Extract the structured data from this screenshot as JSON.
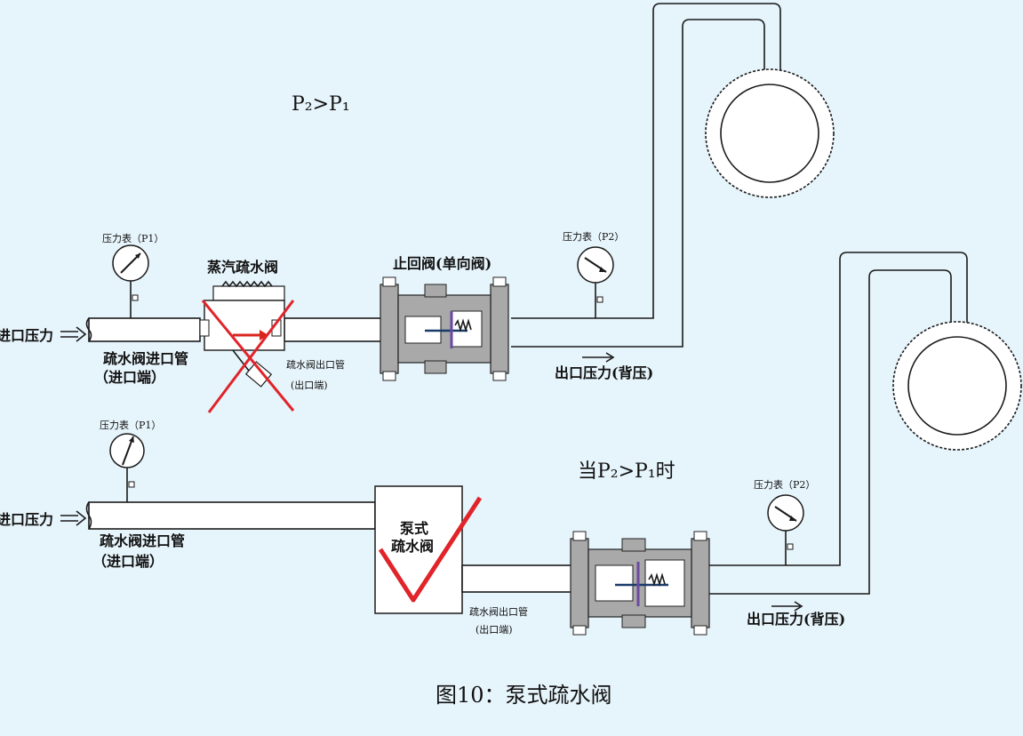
{
  "labels": {
    "condition_top": "P₂>P₁",
    "condition_bottom": "当P₂>P₁时",
    "gauge_p1_top": "压力表（P1）",
    "gauge_p2_top": "压力表（P2）",
    "gauge_p1_bottom": "压力表（P1）",
    "gauge_p2_bottom": "压力表（P2）",
    "steam_trap": "蒸汽疏水阀",
    "check_valve": "止回阀(单向阀)",
    "inlet_pressure_top": "进口压力",
    "inlet_pressure_bottom": "进口压力",
    "inlet_pipe_top": "疏水阀进口管",
    "inlet_end_top": "（进口端）",
    "inlet_pipe_bottom": "疏水阀进口管",
    "inlet_end_bottom": "（进口端）",
    "outlet_pipe_top": "疏水阀出口管",
    "outlet_end_top": "(出口端)",
    "outlet_pipe_bottom": "疏水阀出口管",
    "outlet_end_bottom": "(出口端)",
    "outlet_pressure_top": "出口压力(背压)",
    "outlet_pressure_bottom": "出口压力(背压)",
    "pump_trap_line1": "泵式",
    "pump_trap_line2": "疏水阀",
    "caption": "图10：泵式疏水阀"
  },
  "colors": {
    "background": "#e6f4fb",
    "cross": "#e0242a",
    "check": "#e0242a",
    "flow_arrow": "#d9261c",
    "valve_body": "#a9a9a9",
    "valve_stem": "#6a4aa0"
  }
}
